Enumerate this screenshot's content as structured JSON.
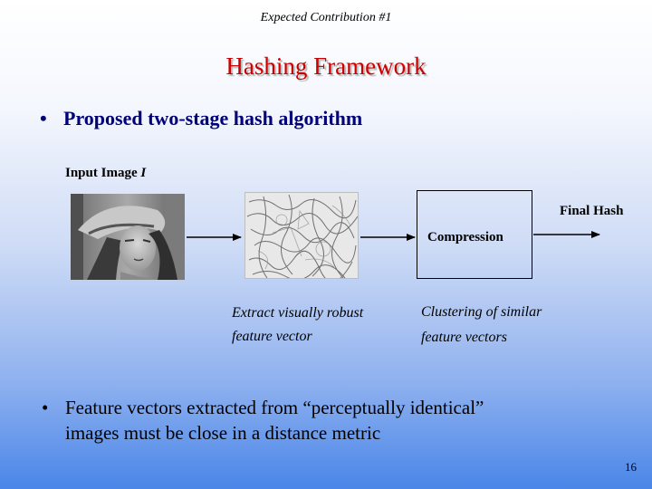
{
  "slide": {
    "subtitle": "Expected Contribution #1",
    "title": "Hashing Framework",
    "bullet1": {
      "marker": "•",
      "text": "Proposed two-stage hash algorithm"
    },
    "diagram": {
      "input_label": "Input Image ",
      "input_symbol": "I",
      "compression_label": "Compression",
      "final_hash_label": "Final Hash",
      "extract_caption": [
        "Extract visually robust",
        "feature vector"
      ],
      "cluster_caption": [
        "Clustering of  similar",
        "feature vectors"
      ]
    },
    "bullet2": {
      "marker": "•",
      "line1": "Feature vectors extracted from “perceptually identical”",
      "line2": "images must be close in a distance metric"
    },
    "page_number": "16"
  },
  "colors": {
    "title": "#cc0000",
    "bullet1": "#00007a",
    "background_top": "#ffffff",
    "background_bottom": "#4a86e8"
  }
}
